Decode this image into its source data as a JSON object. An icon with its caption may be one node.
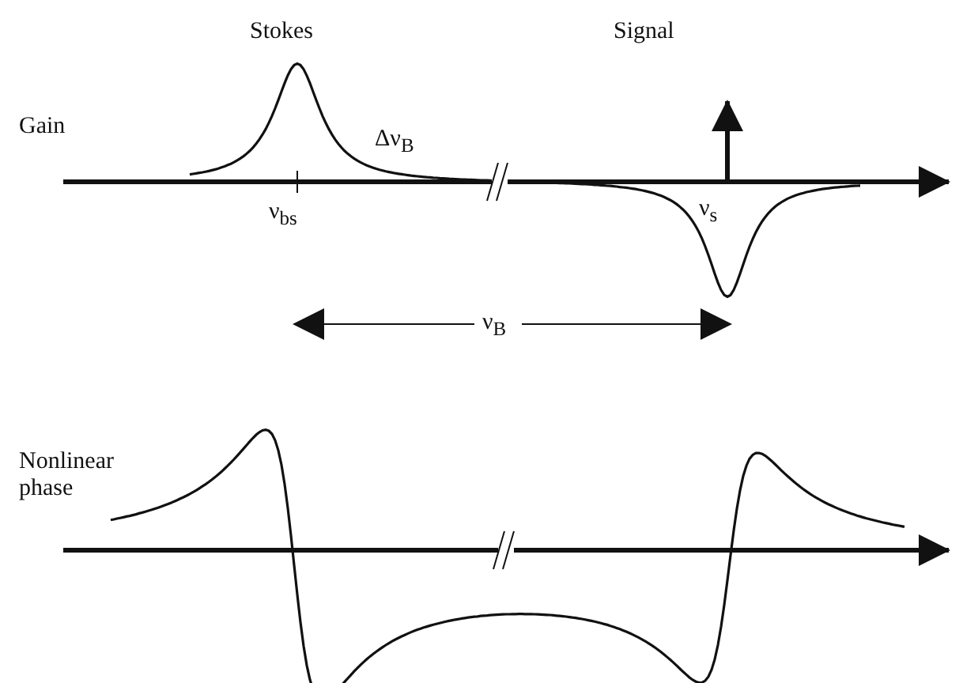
{
  "diagram": {
    "labels": [
      "Stokes",
      "Signal",
      "Gain",
      "Δν$_{B}$",
      "ν$_{bs}$",
      "ν$_{s}$",
      "ν$_{B}$",
      "Nonlinear phase"
    ]
  }
}
